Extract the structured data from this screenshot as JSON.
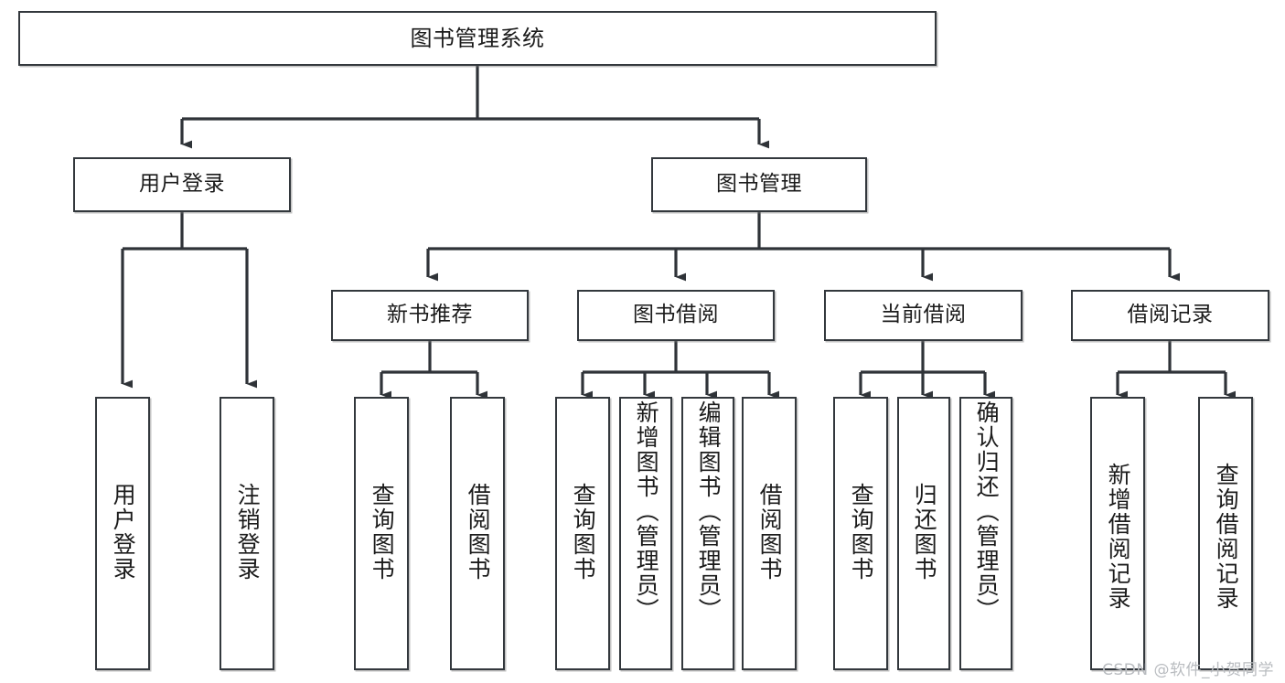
{
  "diagram": {
    "type": "tree",
    "title": "图书管理系统",
    "orientation": "top-down",
    "root": {
      "id": "root",
      "label": "图书管理系统"
    },
    "level2": [
      {
        "id": "user-login",
        "label": "用户登录"
      },
      {
        "id": "book-manage",
        "label": "图书管理"
      }
    ],
    "level3": [
      {
        "id": "new-book-recommend",
        "label": "新书推荐",
        "parent": "book-manage"
      },
      {
        "id": "book-borrow",
        "label": "图书借阅",
        "parent": "book-manage"
      },
      {
        "id": "current-borrow",
        "label": "当前借阅",
        "parent": "book-manage"
      },
      {
        "id": "borrow-record",
        "label": "借阅记录",
        "parent": "book-manage"
      }
    ],
    "leaves": [
      {
        "id": "leaf-user-login",
        "label": "用户登录",
        "parent": "user-login"
      },
      {
        "id": "leaf-logout-login",
        "label": "注销登录",
        "parent": "user-login"
      },
      {
        "id": "leaf-query-book-1",
        "label": "查询图书",
        "parent": "new-book-recommend"
      },
      {
        "id": "leaf-borrow-book-1",
        "label": "借阅图书",
        "parent": "new-book-recommend"
      },
      {
        "id": "leaf-query-book-2",
        "label": "查询图书",
        "parent": "book-borrow"
      },
      {
        "id": "leaf-add-book",
        "label": "新增图书（管理员）",
        "parent": "book-borrow"
      },
      {
        "id": "leaf-edit-book",
        "label": "编辑图书（管理员）",
        "parent": "book-borrow"
      },
      {
        "id": "leaf-borrow-book-2",
        "label": "借阅图书",
        "parent": "book-borrow"
      },
      {
        "id": "leaf-query-book-3",
        "label": "查询图书",
        "parent": "current-borrow"
      },
      {
        "id": "leaf-return-book",
        "label": "归还图书",
        "parent": "current-borrow"
      },
      {
        "id": "leaf-confirm-return",
        "label": "确认归还（管理员）",
        "parent": "current-borrow"
      },
      {
        "id": "leaf-add-record",
        "label": "新增借阅记录",
        "parent": "borrow-record"
      },
      {
        "id": "leaf-query-record",
        "label": "查询借阅记录",
        "parent": "borrow-record"
      }
    ],
    "colors": {
      "box_border": "#33383d",
      "box_fill": "#ffffff",
      "connector": "#2f3338",
      "text": "#1b1b1b",
      "watermark": "#b9bcc0"
    }
  },
  "watermark": {
    "text": "CSDN @软件_小贺同学"
  }
}
